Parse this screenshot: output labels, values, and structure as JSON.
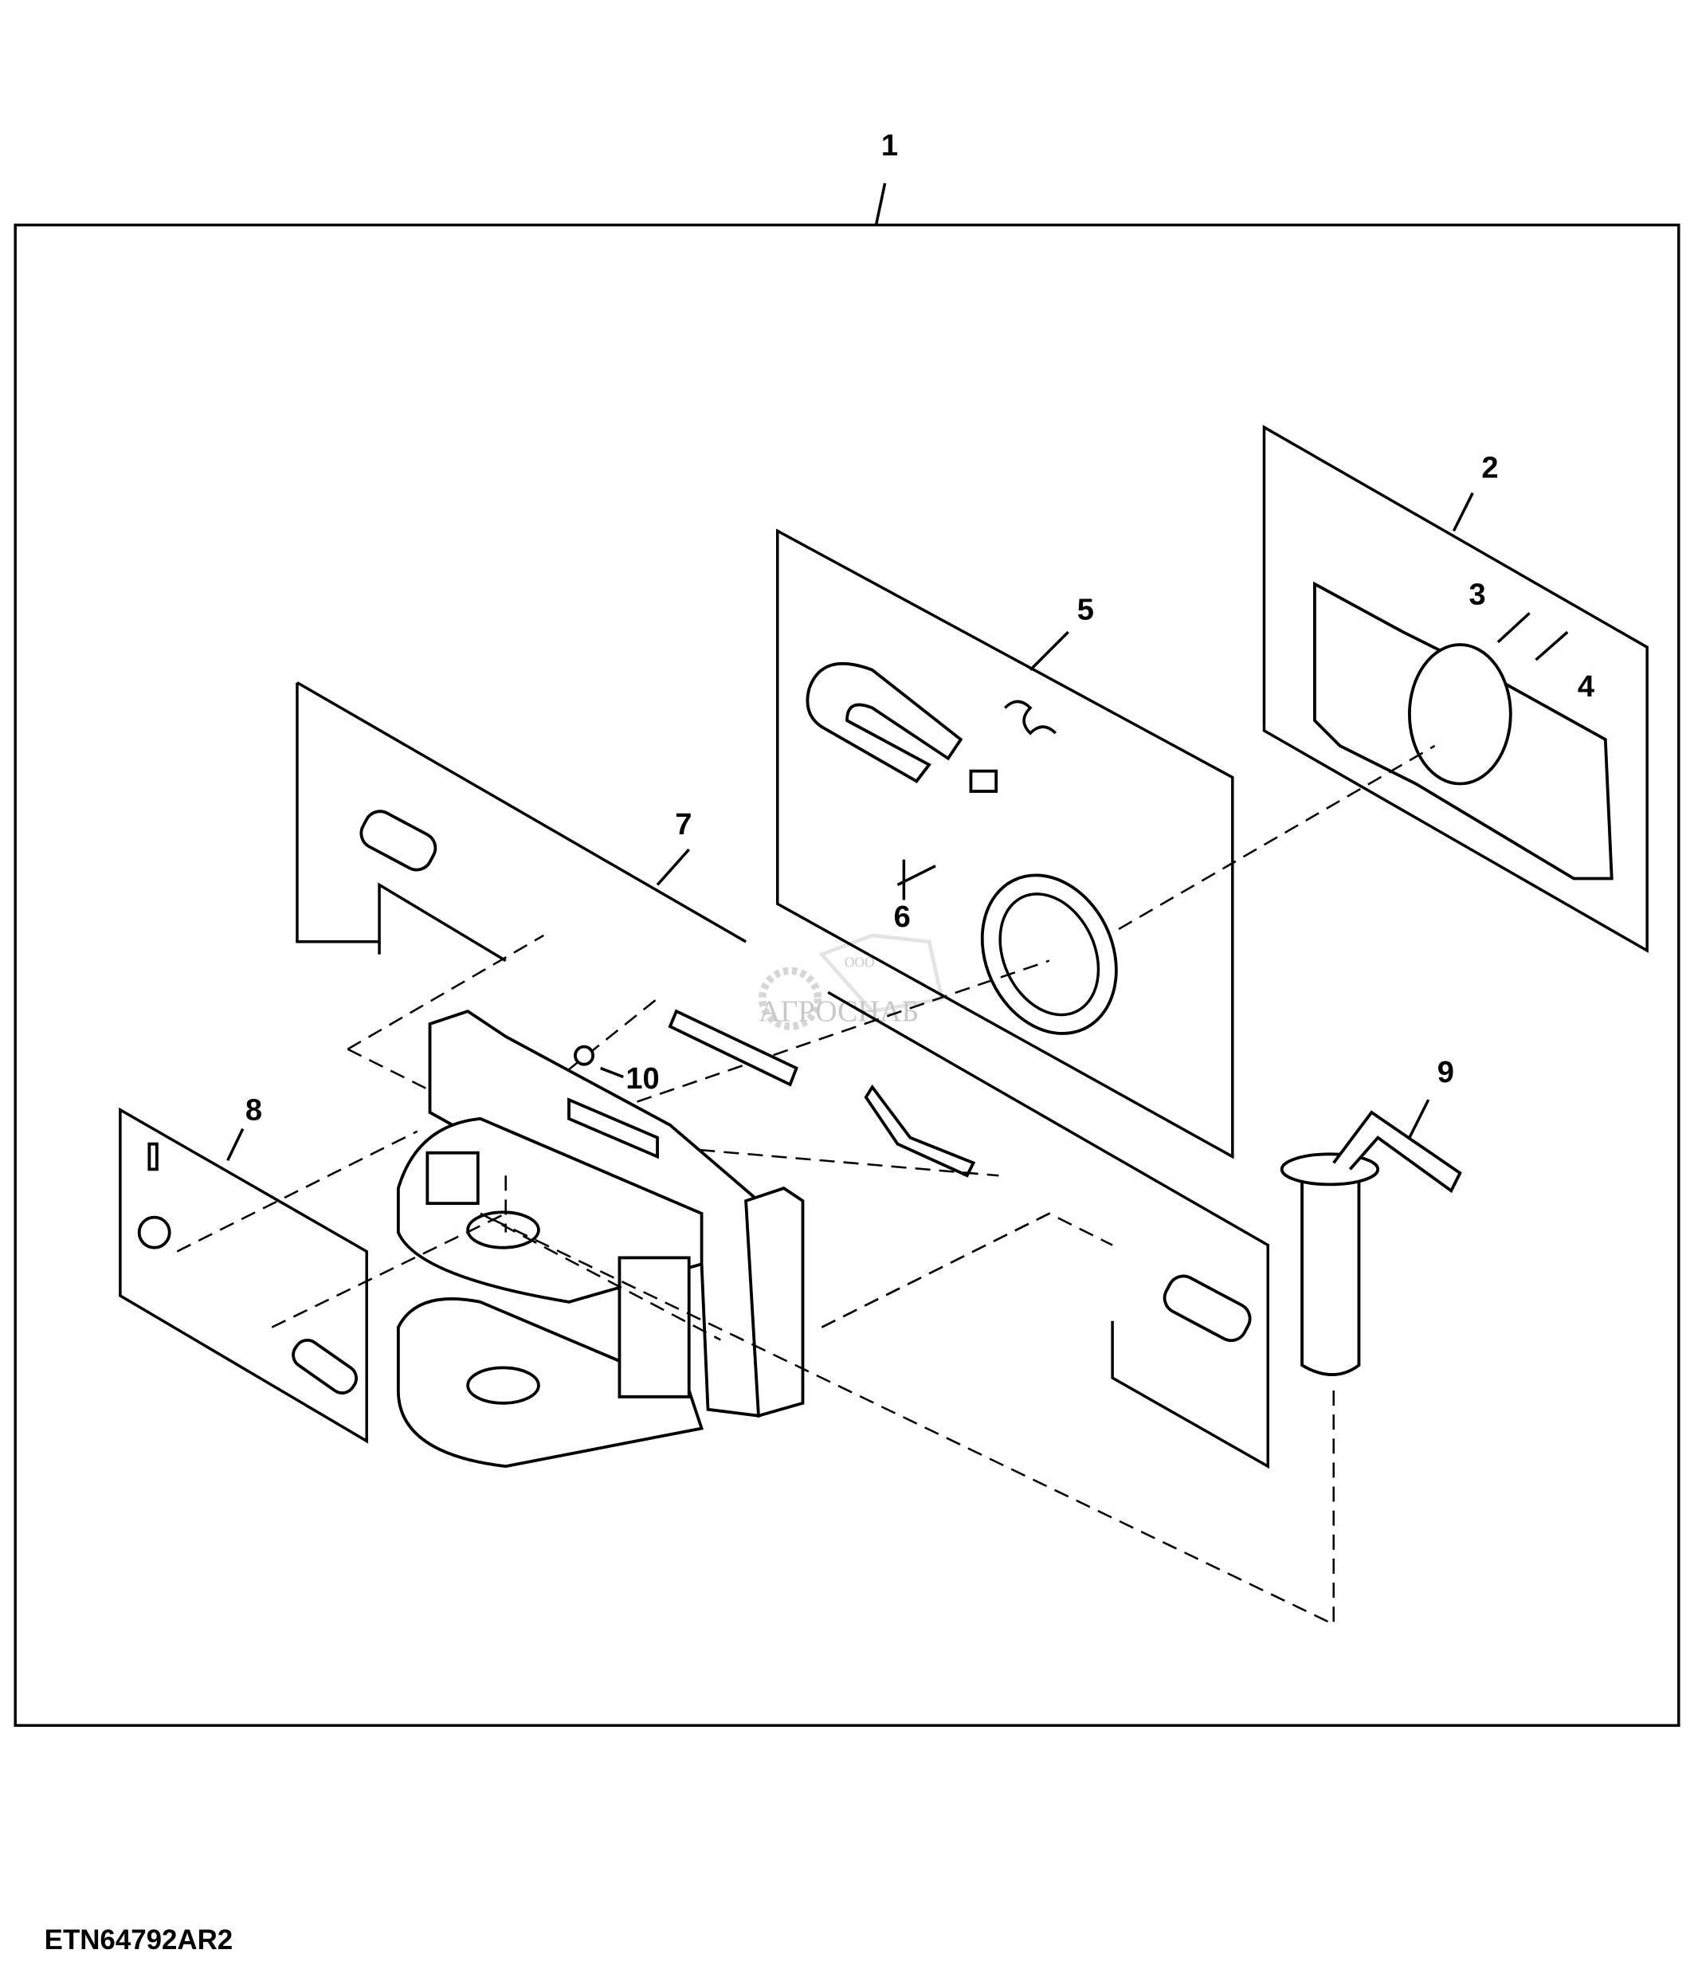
{
  "figure_id": "ETN64792AR2",
  "watermark": {
    "prefix": "ООО",
    "name": "АГРОСНАБ"
  },
  "callouts": [
    "1",
    "2",
    "3",
    "4",
    "5",
    "6",
    "7",
    "8",
    "9",
    "10"
  ]
}
